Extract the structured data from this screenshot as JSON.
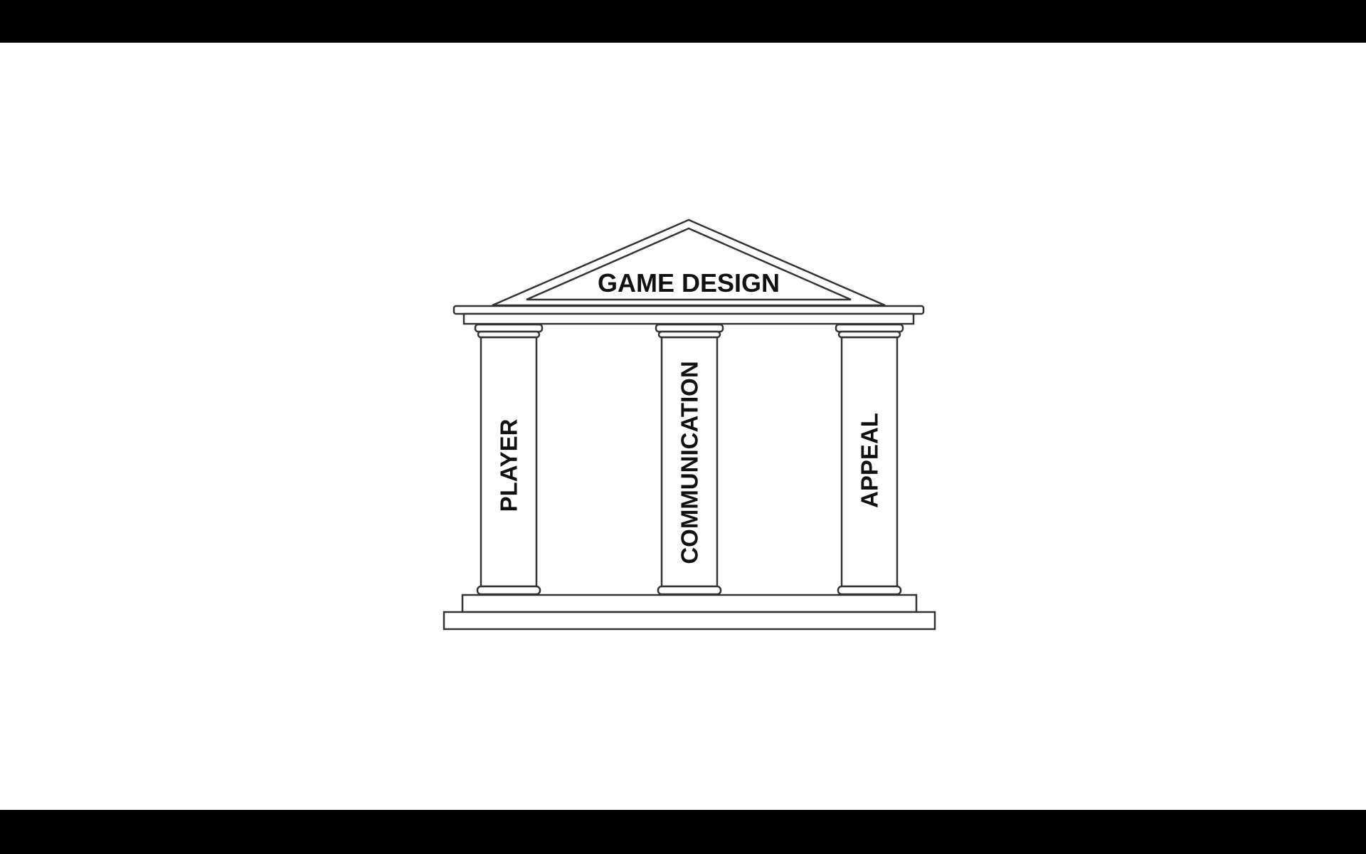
{
  "diagram": {
    "roof_label": "GAME DESIGN",
    "pillars": [
      {
        "label": "PLAYER"
      },
      {
        "label": "COMMUNICATION"
      },
      {
        "label": "APPEAL"
      }
    ]
  },
  "colors": {
    "letterbox": "#000000",
    "canvas": "#ffffff",
    "stroke": "#333333",
    "text": "#111111"
  }
}
